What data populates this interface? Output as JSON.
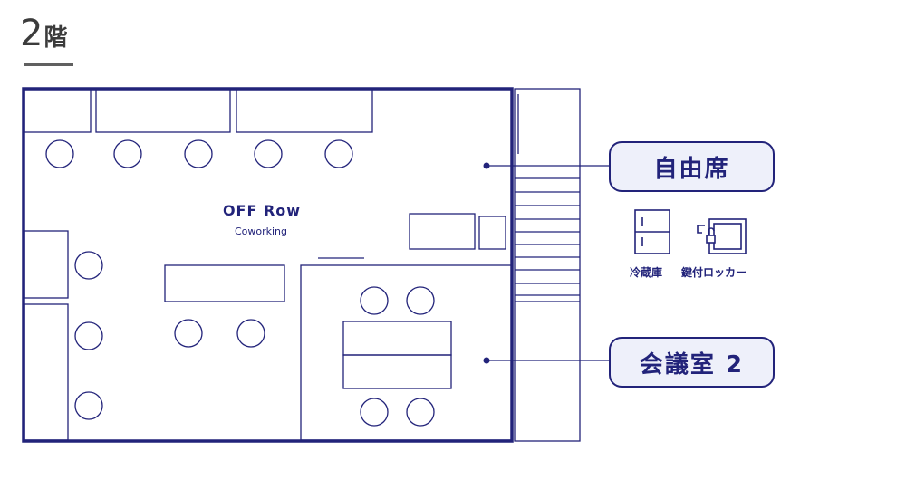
{
  "page": {
    "floor_number": "2",
    "floor_suffix": "階"
  },
  "plan": {
    "area_name": "OFF Row",
    "area_subtitle": "Coworking"
  },
  "callouts": {
    "free_seats": "自由席",
    "meeting_room": "会議室 2"
  },
  "legend": {
    "fridge": "冷蔵庫",
    "locker": "鍵付ロッカー"
  },
  "colors": {
    "wall": "#22237a",
    "line": "#22237a",
    "callout_fill": "#eef0fa",
    "title": "#3c3c3c"
  }
}
